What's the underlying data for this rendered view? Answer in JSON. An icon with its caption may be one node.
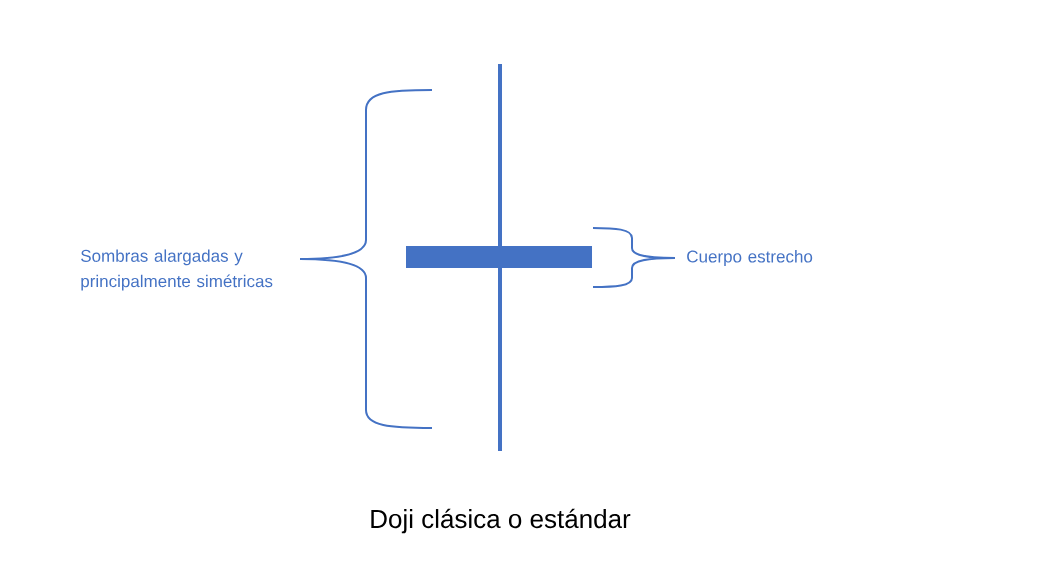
{
  "diagram": {
    "caption": "Doji clásica o estándar",
    "labels": [
      "Sombras alargadas y principalmente simétricas",
      "Cuerpo estrecho"
    ]
  }
}
